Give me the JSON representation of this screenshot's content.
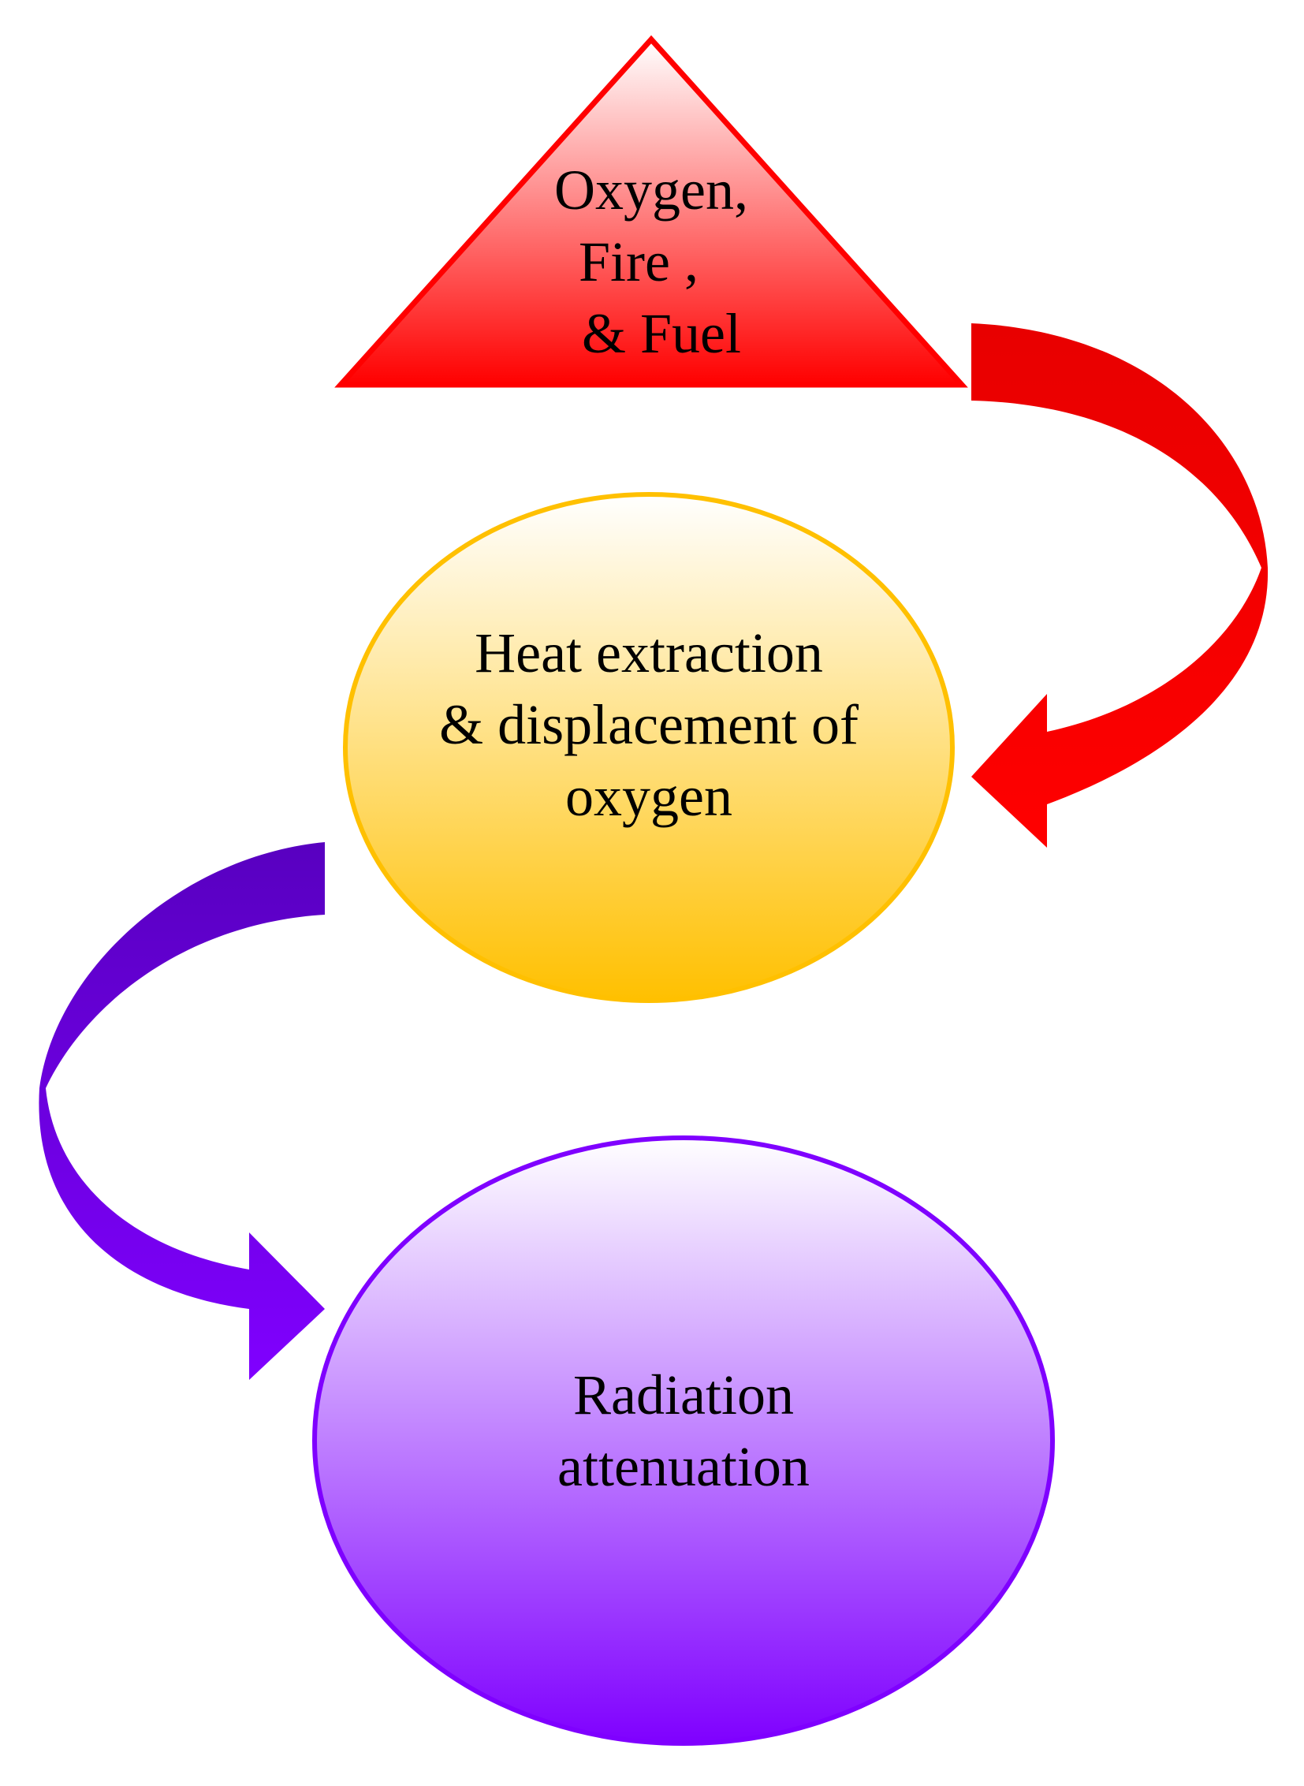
{
  "diagram": {
    "nodes": {
      "triangle": {
        "lines": [
          "Oxygen,",
          "Fire ,",
          " & Fuel"
        ],
        "stroke": "#ff0000",
        "gradient": [
          "#ffffff",
          "#ff0000"
        ]
      },
      "heat_ellipse": {
        "lines": [
          "Heat extraction",
          "& displacement of",
          "oxygen"
        ],
        "stroke": "#ffc000",
        "gradient": [
          "#ffffff",
          "#ffc000"
        ]
      },
      "radiation_ellipse": {
        "lines": [
          "Radiation",
          "attenuation"
        ],
        "stroke": "#7f00ff",
        "gradient": [
          "#ffffff",
          "#7f00ff"
        ]
      }
    },
    "arrows": {
      "red_arrow": {
        "from": "triangle",
        "to": "heat_ellipse",
        "colors": [
          "#e00000",
          "#ff0000"
        ]
      },
      "purple_arrow": {
        "from": "heat_ellipse",
        "to": "radiation_ellipse",
        "colors": [
          "#5e00c8",
          "#8000ff"
        ]
      }
    }
  }
}
